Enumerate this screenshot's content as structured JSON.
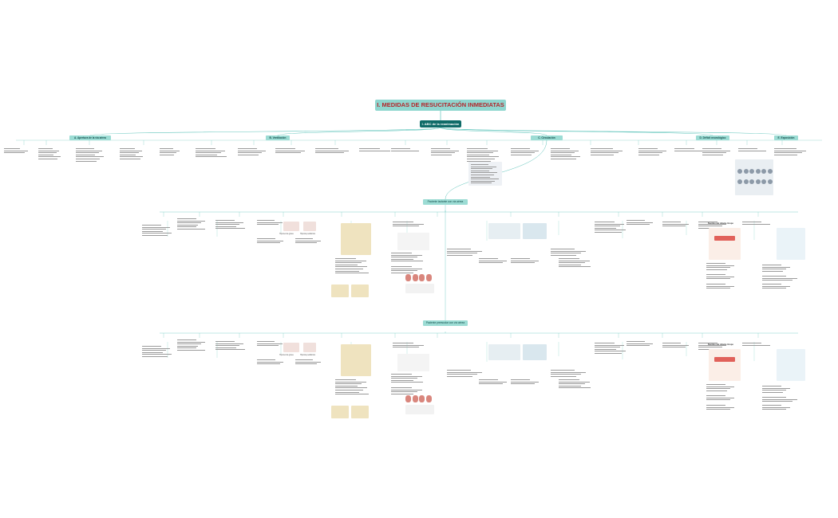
{
  "title": "I. MEDIDAS DE RESUCITACIÓN INMEDIATAS",
  "subtitle": "I. ABC de la reanimación",
  "categories": [
    "A. Apertura de la vía aérea",
    "B. Ventilación",
    "C. Circulación",
    "D. Déficit neurológico",
    "E. Exposición"
  ],
  "band_labels": [
    "Paciente lactante con vía aérea",
    "Paciente preescolar con vía aérea"
  ],
  "image_labels": [
    "Hipoxemia grave",
    "Hipoxia pediátrica"
  ],
  "infant_heading": "Nombre del infante Grupo",
  "colors": {
    "title_bg": "#8fd6cf",
    "title_text": "#b3262b",
    "subtitle_bg": "#0f6b68",
    "category_bg": "#9cdcd4",
    "connector": "#5fc4bb"
  }
}
